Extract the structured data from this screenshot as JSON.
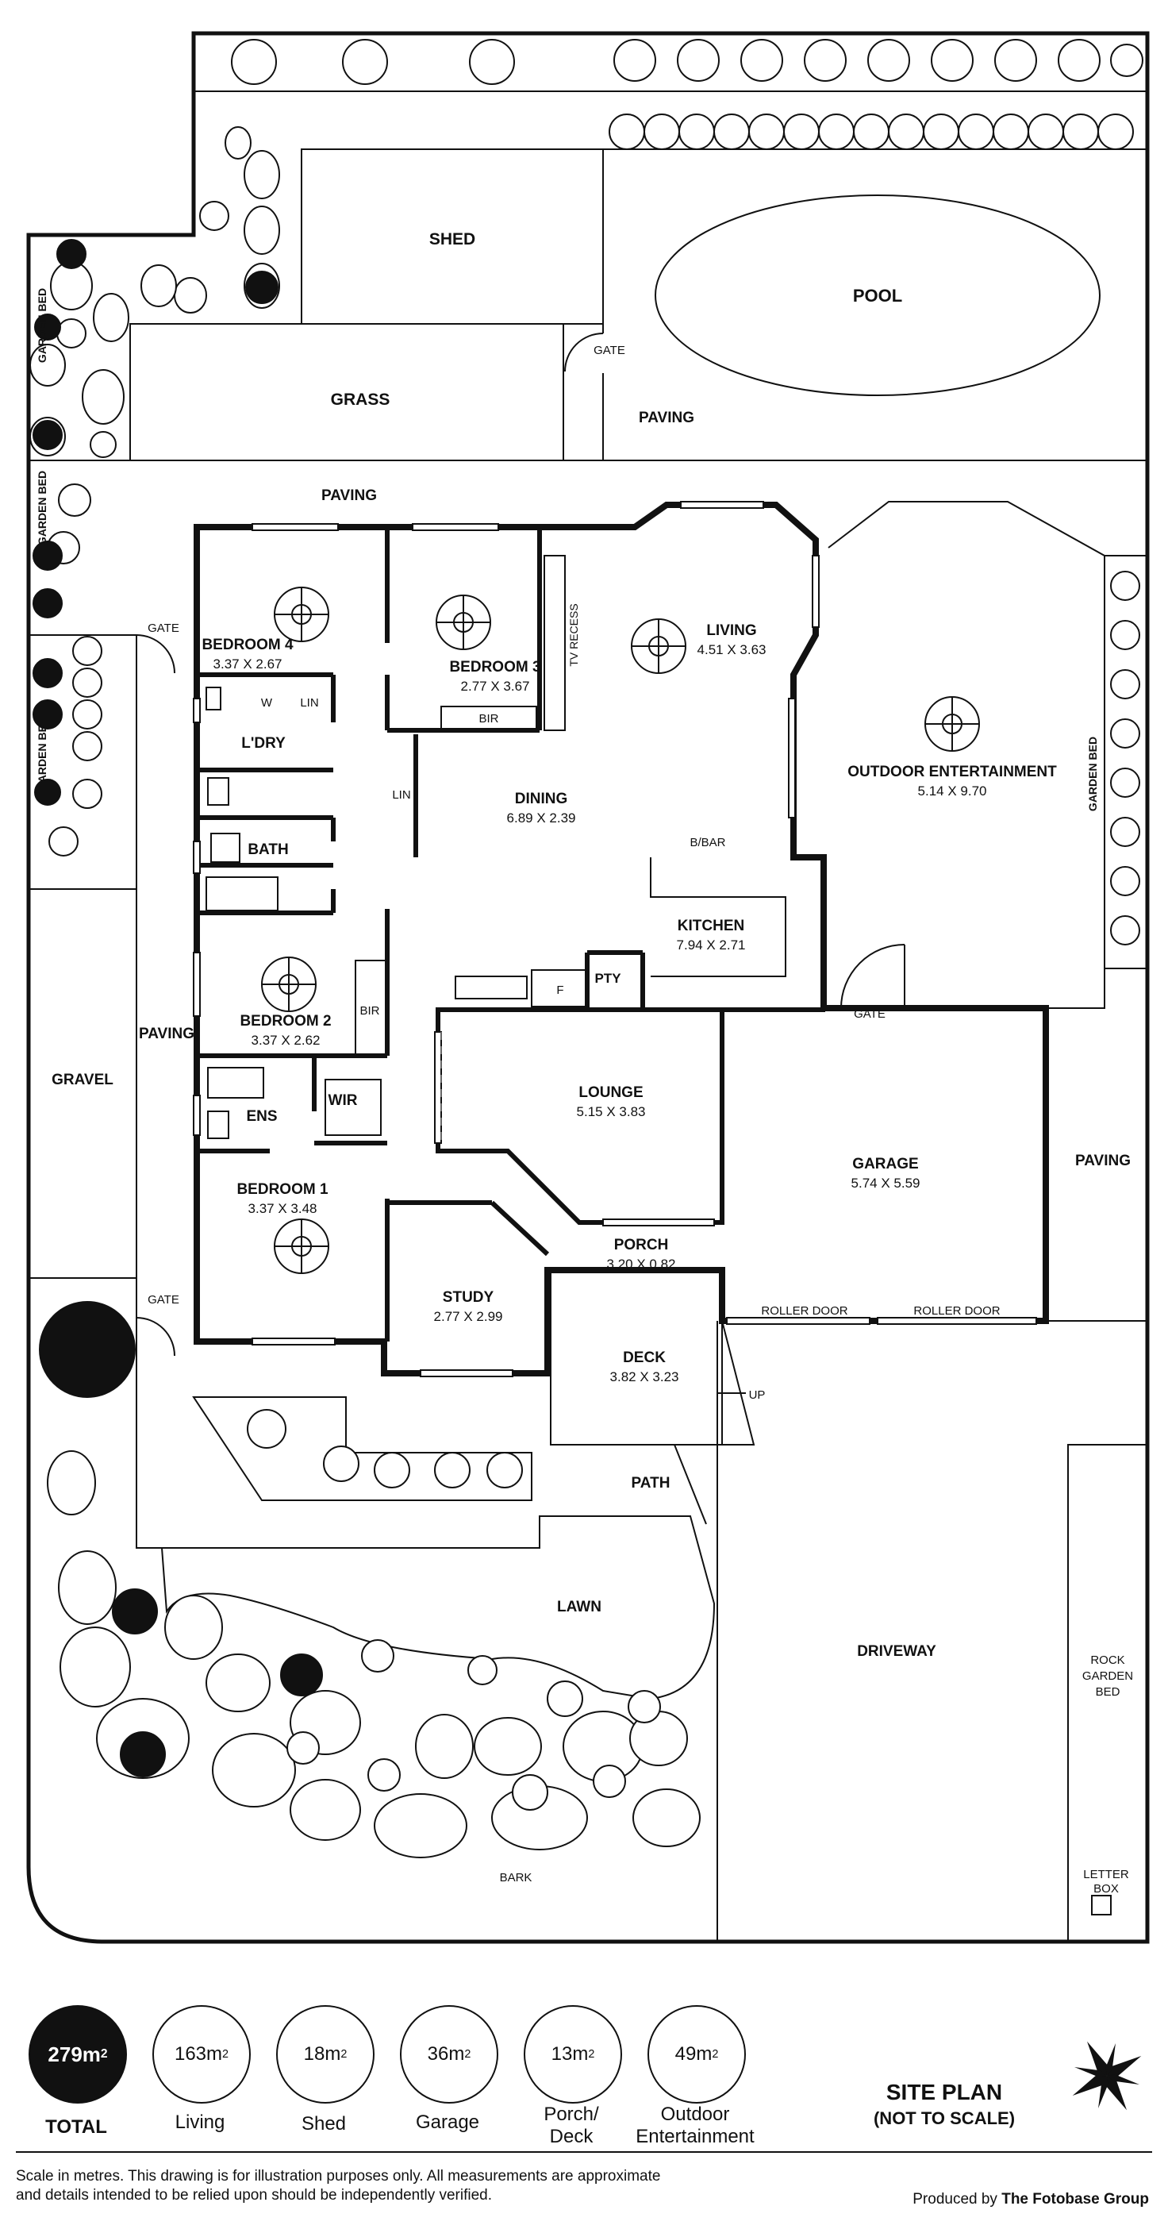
{
  "rooms": {
    "shed": "SHED",
    "pool": "POOL",
    "grass": "GRASS",
    "paving_top": "PAVING",
    "paving_pool": "PAVING",
    "paving_left": "PAVING",
    "paving_right": "PAVING",
    "gate_top": "GATE",
    "gate_left1": "GATE",
    "gate_left2": "GATE",
    "gate_garage": "GATE",
    "garden_bed_1": "GARDEN BED",
    "garden_bed_2": "GARDEN BED",
    "garden_bed_3": "GARDEN BED",
    "garden_bed_right": "GARDEN BED",
    "bedroom4": "BEDROOM 4",
    "bedroom4_dim": "3.37 X 2.67",
    "bedroom3": "BEDROOM 3",
    "bedroom3_dim": "2.77 X 3.67",
    "tv_recess": "TV RECESS",
    "bir3": "BIR",
    "living": "LIVING",
    "living_dim": "4.51 X 3.63",
    "outdoor": "OUTDOOR ENTERTAINMENT",
    "outdoor_dim": "5.14 X 9.70",
    "w": "W",
    "lin1": "LIN",
    "laundry": "L'DRY",
    "lin2": "LIN",
    "dining": "DINING",
    "dining_dim": "6.89 X 2.39",
    "bbar": "B/BAR",
    "bath": "BATH",
    "kitchen": "KITCHEN",
    "kitchen_dim": "7.94 X 2.71",
    "pty": "PTY",
    "f": "F",
    "bedroom2": "BEDROOM 2",
    "bedroom2_dim": "3.37 X 2.62",
    "bir2": "BIR",
    "gravel": "GRAVEL",
    "ens": "ENS",
    "wir": "WIR",
    "lounge": "LOUNGE",
    "lounge_dim": "5.15 X 3.83",
    "garage": "GARAGE",
    "garage_dim": "5.74 X 5.59",
    "bedroom1": "BEDROOM 1",
    "bedroom1_dim": "3.37 X 3.48",
    "porch": "PORCH",
    "porch_dim": "3.20 X 0.82",
    "study": "STUDY",
    "study_dim": "2.77 X 2.99",
    "roller1": "ROLLER DOOR",
    "roller2": "ROLLER DOOR",
    "deck": "DECK",
    "deck_dim": "3.82 X 3.23",
    "up": "UP",
    "path": "PATH",
    "lawn": "LAWN",
    "driveway": "DRIVEWAY",
    "rock1": "ROCK",
    "rock2": "GARDEN",
    "rock3": "BED",
    "letter1": "LETTER",
    "letter2": "BOX",
    "bark": "BARK"
  },
  "legend": {
    "total_value": "279m",
    "total_label": "TOTAL",
    "items": [
      {
        "value": "163m",
        "label": "Living"
      },
      {
        "value": "18m",
        "label": "Shed"
      },
      {
        "value": "36m",
        "label": "Garage"
      },
      {
        "value": "13m",
        "label": "Porch/\nDeck"
      },
      {
        "value": "49m",
        "label": "Outdoor\nEntertainment"
      }
    ],
    "sup": "2"
  },
  "site_plan": {
    "title": "SITE PLAN",
    "subtitle": "(NOT TO SCALE)"
  },
  "footer": {
    "note": "Scale in metres. This drawing is for illustration purposes only. All measurements are approximate and details intended to be relied upon should be independently verified.",
    "produced_prefix": "Produced by",
    "produced_by": "The Fotobase Group"
  },
  "icons": {
    "compass": "compass-rose-icon"
  }
}
